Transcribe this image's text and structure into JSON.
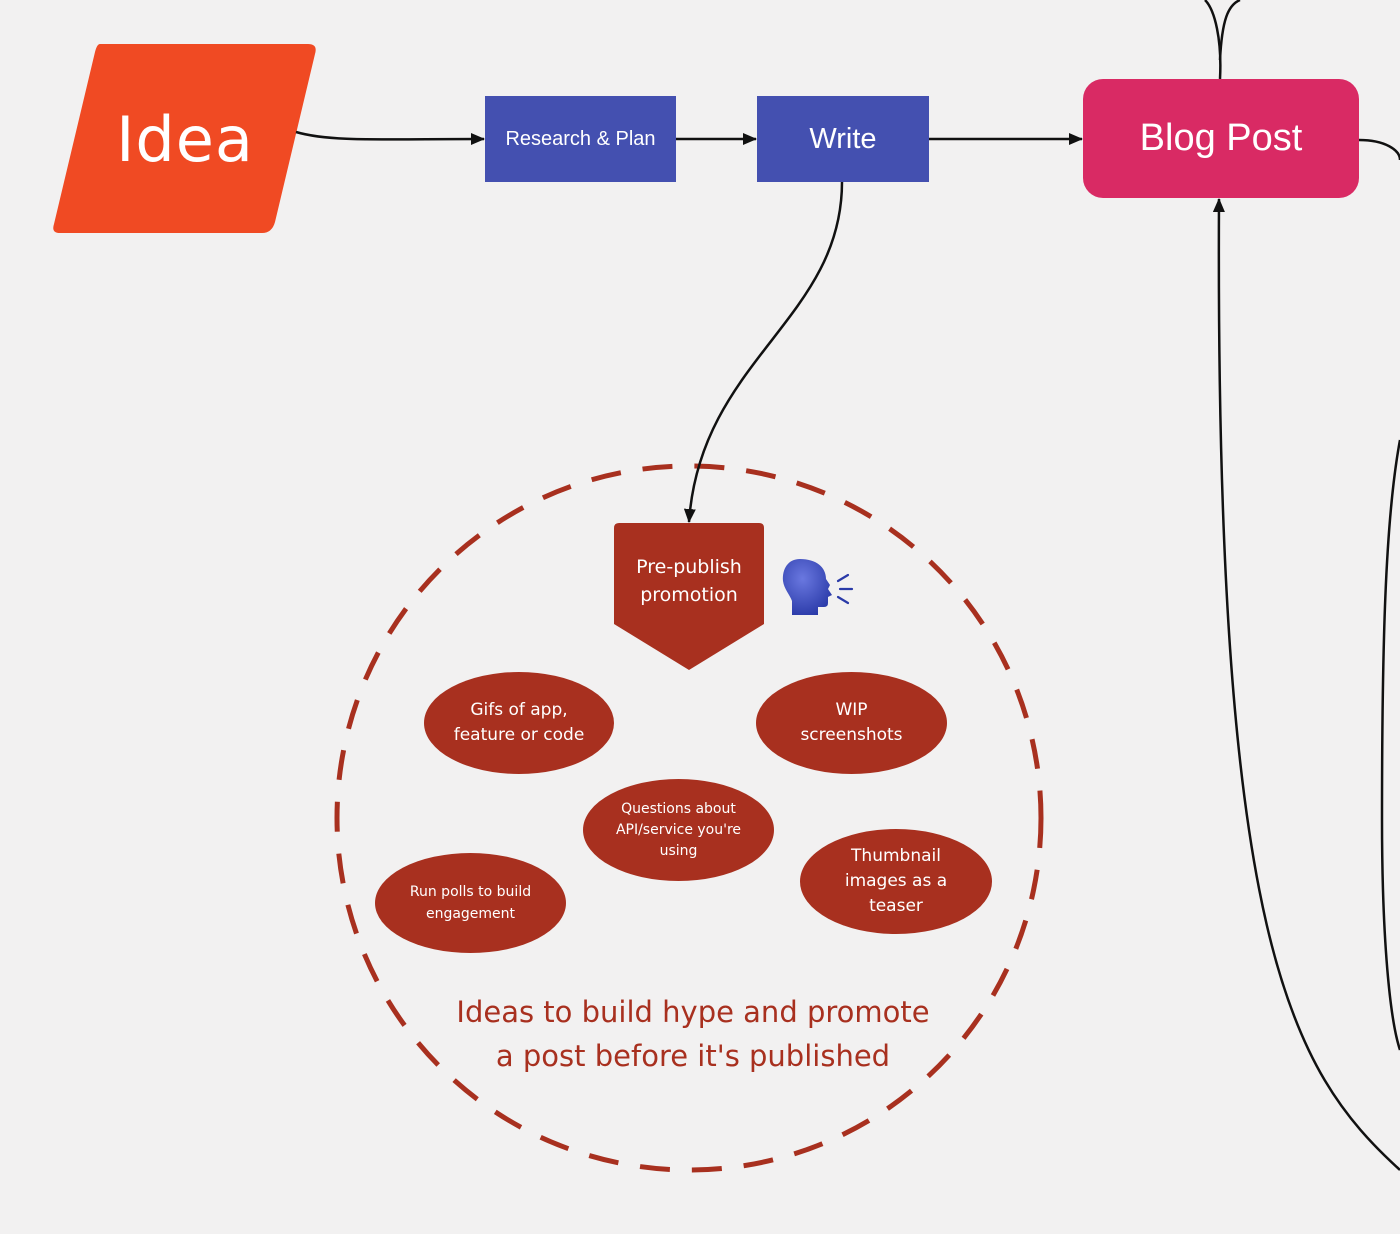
{
  "nodes": {
    "idea": {
      "label": "Idea",
      "color": "#f04a23"
    },
    "research": {
      "label": "Research & Plan",
      "color": "#4450b0"
    },
    "write": {
      "label": "Write",
      "color": "#4450b0"
    },
    "blog_post": {
      "label": "Blog Post",
      "color": "#d92a64"
    },
    "pre_publish": {
      "label": "Pre-publish\npromotion",
      "color": "#a8301f"
    }
  },
  "promotion_group": {
    "border_color": "#a8301f",
    "icon": "speaking-head-icon",
    "ideas": {
      "gifs": "Gifs of app,\nfeature or code",
      "wip": "WIP\nscreenshots",
      "questions": "Questions about\nAPI/service you're\nusing",
      "polls": "Run polls to build\nengagement",
      "thumbnails": "Thumbnail\nimages as a\nteaser"
    },
    "caption": "Ideas to build hype and promote\na post before it's published"
  },
  "edges": [
    {
      "from": "idea",
      "to": "research"
    },
    {
      "from": "research",
      "to": "write"
    },
    {
      "from": "write",
      "to": "blog_post"
    },
    {
      "from": "write",
      "to": "pre_publish"
    }
  ]
}
